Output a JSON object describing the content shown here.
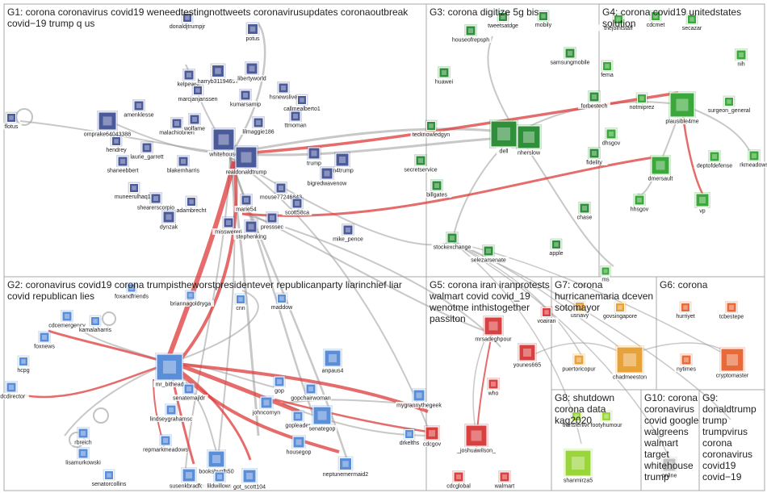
{
  "groups": [
    {
      "id": "G1",
      "title_lines": [
        "G1: corona coronavirus covid19 weneedtestingnottweets coronavirusupdates coronaoutbreak",
        "covid−19 trump q us"
      ]
    },
    {
      "id": "G3",
      "title_lines": [
        "G3: corona digitize 5g bis"
      ]
    },
    {
      "id": "G4",
      "title_lines": [
        "G4: corona covid19 unitedstates",
        "solution"
      ]
    },
    {
      "id": "G2",
      "title_lines": [
        "G2: coronavirus covid19 corona trumpistheworstpresidentever republicanparty liarinchief liar",
        "covid republican lies"
      ]
    },
    {
      "id": "G5",
      "title_lines": [
        "G5: corona iran iranprotests",
        "walmart covid covid_19",
        "wenotme inthistogether",
        "passiton"
      ]
    },
    {
      "id": "G7",
      "title_lines": [
        "G7: corona",
        "hurricanemaria dceven",
        "sotomayor"
      ]
    },
    {
      "id": "G6",
      "title_lines": [
        "G6: corona"
      ]
    },
    {
      "id": "G8",
      "title_lines": [
        "G8: shutdown",
        "corona data",
        "kag2020"
      ]
    },
    {
      "id": "G10",
      "title_lines": [
        "G10: corona",
        "coronavirus",
        "covid google",
        "walgreens",
        "walmart",
        "target",
        "whitehouse",
        "trump"
      ]
    },
    {
      "id": "G9",
      "title_lines": [
        "G9:",
        "donaldtrump",
        "trump",
        "trumpvirus",
        "corona",
        "coronavirus",
        "covid19",
        "covid−19"
      ]
    }
  ],
  "nodes": [
    {
      "id": "donaldjtrumpjr",
      "label": "donaldjtrumpjr",
      "color": "#4a5a9a"
    },
    {
      "id": "potus",
      "label": "potus",
      "color": "#4a5a9a"
    },
    {
      "id": "kelpewsc",
      "label": "kelpewsc",
      "color": "#4a5a9a"
    },
    {
      "id": "harryb31194697",
      "label": "harryb31194697",
      "color": "#4a5a9a"
    },
    {
      "id": "thelibertyworld",
      "label": "libertyworld",
      "color": "#4a5a9a"
    },
    {
      "id": "marcjanjanssen",
      "label": "marcjanjanssen",
      "color": "#4a5a9a"
    },
    {
      "id": "hsnewslive",
      "label": "hsnewslive",
      "color": "#4a5a9a"
    },
    {
      "id": "kumarsamip",
      "label": "kumarsamip",
      "color": "#4a5a9a"
    },
    {
      "id": "callmeolberto1",
      "label": "callmealberto1",
      "color": "#4a5a9a"
    },
    {
      "id": "flotus",
      "label": "flotus",
      "color": "#4a5a9a"
    },
    {
      "id": "amenklesse",
      "label": "amenklesse",
      "color": "#4a5a9a"
    },
    {
      "id": "omprake",
      "label": "omprake64043388",
      "color": "#4a5a9a"
    },
    {
      "id": "malachiobrien",
      "label": "malachiobrien",
      "color": "#4a5a9a"
    },
    {
      "id": "wolfame",
      "label": "wolfame",
      "color": "#4a5a9a"
    },
    {
      "id": "lilmaggie186",
      "label": "lilmaggie186",
      "color": "#4a5a9a"
    },
    {
      "id": "ttmoman",
      "label": "ttmoman",
      "color": "#4a5a9a"
    },
    {
      "id": "hendrey",
      "label": "hendrey",
      "color": "#4a5a9a"
    },
    {
      "id": "laurie_garrett",
      "label": "laurie_garrett",
      "color": "#4a5a9a"
    },
    {
      "id": "whitehouse",
      "label": "whitehouse",
      "color": "#4a5a9a"
    },
    {
      "id": "trump",
      "label": "trump",
      "color": "#4a5a9a"
    },
    {
      "id": "shaneebbert",
      "label": "shaneebbert",
      "color": "#4a5a9a"
    },
    {
      "id": "blakemharris",
      "label": "blakemharris",
      "color": "#4a5a9a"
    },
    {
      "id": "realdonaldtrump",
      "label": "realdonaldtrump",
      "color": "#4a5a9a"
    },
    {
      "id": "m4trump",
      "label": "m4trump",
      "color": "#4a5a9a"
    },
    {
      "id": "muneerulhaq11",
      "label": "muneerulhaq11",
      "color": "#4a5a9a"
    },
    {
      "id": "bigredwavenow",
      "label": "bigredwavenow",
      "color": "#4a5a9a"
    },
    {
      "id": "shearerscorpio",
      "label": "shearerscorpio",
      "color": "#4a5a9a"
    },
    {
      "id": "adambrecht",
      "label": "adambrecht",
      "color": "#4a5a9a"
    },
    {
      "id": "mouse77246843",
      "label": "mouse77246843",
      "color": "#4a5a9a"
    },
    {
      "id": "marie54",
      "label": "marie54",
      "color": "#4a5a9a"
    },
    {
      "id": "scott58ca",
      "label": "scott58ca",
      "color": "#4a5a9a"
    },
    {
      "id": "dynzak",
      "label": "dynzak",
      "color": "#4a5a9a"
    },
    {
      "id": "presssec",
      "label": "presssec",
      "color": "#4a5a9a"
    },
    {
      "id": "misswereri",
      "label": "misswereri",
      "color": "#4a5a9a"
    },
    {
      "id": "stephenking",
      "label": "stephenking",
      "color": "#4a5a9a"
    },
    {
      "id": "mike_pence",
      "label": "mike_pence",
      "color": "#4a5a9a"
    },
    {
      "id": "houseofrepsph",
      "label": "houseofrepsph",
      "color": "#2f8f3a"
    },
    {
      "id": "tweetsatdge",
      "label": "tweetsatdge",
      "color": "#2f8f3a"
    },
    {
      "id": "mobily",
      "label": "mobily",
      "color": "#2f8f3a"
    },
    {
      "id": "huawei",
      "label": "huawei",
      "color": "#2f8f3a"
    },
    {
      "id": "samsungmobile",
      "label": "samsungmobile",
      "color": "#2f8f3a"
    },
    {
      "id": "forbestech",
      "label": "forbestech",
      "color": "#2f8f3a"
    },
    {
      "id": "tecknowledgyn",
      "label": "tecknowledgyn",
      "color": "#2f8f3a"
    },
    {
      "id": "dell",
      "label": "dell",
      "color": "#2f8f3a"
    },
    {
      "id": "nherslow",
      "label": "nherslow",
      "color": "#2f8f3a"
    },
    {
      "id": "fidelity",
      "label": "fidelity",
      "color": "#2f8f3a"
    },
    {
      "id": "secretservice",
      "label": "secretservice",
      "color": "#2f8f3a"
    },
    {
      "id": "billgates",
      "label": "billgates",
      "color": "#2f8f3a"
    },
    {
      "id": "chase",
      "label": "chase",
      "color": "#2f8f3a"
    },
    {
      "id": "stockexchange",
      "label": "stockexchange",
      "color": "#2f8f3a"
    },
    {
      "id": "apple",
      "label": "apple",
      "color": "#2f8f3a"
    },
    {
      "id": "selezarsenate",
      "label": "selezarsenate",
      "color": "#2f8f3a"
    },
    {
      "id": "thejointstaff",
      "label": "thejointstaff",
      "color": "#3aa83a"
    },
    {
      "id": "cdcmet",
      "label": "cdcmet",
      "color": "#3aa83a"
    },
    {
      "id": "secazar",
      "label": "secazar",
      "color": "#3aa83a"
    },
    {
      "id": "nih",
      "label": "nih",
      "color": "#3aa83a"
    },
    {
      "id": "fema",
      "label": "fema",
      "color": "#3aa83a"
    },
    {
      "id": "notmiprez",
      "label": "notmiprez",
      "color": "#3aa83a"
    },
    {
      "id": "plausible4me",
      "label": "plausible4me",
      "color": "#3aa83a"
    },
    {
      "id": "surgeon_general",
      "label": "surgeon_general",
      "color": "#3aa83a"
    },
    {
      "id": "dhsgov",
      "label": "dhsgov",
      "color": "#3aa83a"
    },
    {
      "id": "deptofdefense",
      "label": "deptofdefense",
      "color": "#3aa83a"
    },
    {
      "id": "markmeadows",
      "label": "rkmeadows",
      "color": "#3aa83a"
    },
    {
      "id": "dmersault",
      "label": "dmersault",
      "color": "#3aa83a"
    },
    {
      "id": "hhsgov",
      "label": "hhsgov",
      "color": "#3aa83a"
    },
    {
      "id": "vp",
      "label": "vp",
      "color": "#3aa83a"
    },
    {
      "id": "ms",
      "label": "ms",
      "color": "#3aa83a"
    },
    {
      "id": "foxandfriends",
      "label": "foxandfriends",
      "color": "#5b8ed8"
    },
    {
      "id": "briannagoldryga",
      "label": "briannagoldryga",
      "color": "#5b8ed8"
    },
    {
      "id": "cnn",
      "label": "cnn",
      "color": "#5b8ed8"
    },
    {
      "id": "maddow",
      "label": "maddow",
      "color": "#5b8ed8"
    },
    {
      "id": "cdcemergency",
      "label": "cdcemergency",
      "color": "#5b8ed8"
    },
    {
      "id": "kamalaharris",
      "label": "kamalaharris",
      "color": "#5b8ed8"
    },
    {
      "id": "foxnews",
      "label": "foxnews",
      "color": "#5b8ed8"
    },
    {
      "id": "hcpg",
      "label": "hcpg",
      "color": "#5b8ed8"
    },
    {
      "id": "cdcdirector",
      "label": "cdcdirector",
      "color": "#5b8ed8"
    },
    {
      "id": "mr_bithead",
      "label": "mr_bithead",
      "color": "#5b8ed8"
    },
    {
      "id": "anpaus4",
      "label": "anpaus4",
      "color": "#5b8ed8"
    },
    {
      "id": "gop",
      "label": "gop",
      "color": "#5b8ed8"
    },
    {
      "id": "senatemajldr",
      "label": "senatemajldr",
      "color": "#5b8ed8"
    },
    {
      "id": "gopchairwoman",
      "label": "gopchairwoman",
      "color": "#5b8ed8"
    },
    {
      "id": "mygrannythegeek",
      "label": "mygrannythegeek",
      "color": "#5b8ed8"
    },
    {
      "id": "lindseygrahamsc",
      "label": "lindseygrahamsc",
      "color": "#5b8ed8"
    },
    {
      "id": "johncornyn",
      "label": "johncornyn",
      "color": "#5b8ed8"
    },
    {
      "id": "rbreich",
      "label": "rbreich",
      "color": "#5b8ed8"
    },
    {
      "id": "gopleader",
      "label": "gopleader",
      "color": "#5b8ed8"
    },
    {
      "id": "senategop",
      "label": "senategop",
      "color": "#5b8ed8"
    },
    {
      "id": "drkelths",
      "label": "drkelths",
      "color": "#5b8ed8"
    },
    {
      "id": "repmarkmeadows",
      "label": "repmarkmeadows",
      "color": "#5b8ed8"
    },
    {
      "id": "lisamurkowski",
      "label": "lisamurkowski",
      "color": "#5b8ed8"
    },
    {
      "id": "housegop",
      "label": "housegop",
      "color": "#5b8ed8"
    },
    {
      "id": "booksbyglh50",
      "label": "booksbyglh50",
      "color": "#5b8ed8"
    },
    {
      "id": "neptunemermaid2",
      "label": "neptunemermaid2",
      "color": "#5b8ed8"
    },
    {
      "id": "senatorcollins",
      "label": "senatorcollins",
      "color": "#5b8ed8"
    },
    {
      "id": "susenkbradford",
      "label": "susenkbradford",
      "color": "#5b8ed8"
    },
    {
      "id": "lildwillows",
      "label": "lildwillows",
      "color": "#5b8ed8"
    },
    {
      "id": "got_scott104",
      "label": "got_scott104",
      "color": "#5b8ed8"
    },
    {
      "id": "voaIran",
      "label": "voairan",
      "color": "#d94040"
    },
    {
      "id": "mrsadeghpour",
      "label": "mrsadeghpour",
      "color": "#d94040"
    },
    {
      "id": "younes665",
      "label": "younes665",
      "color": "#d94040"
    },
    {
      "id": "who",
      "label": "who",
      "color": "#d94040"
    },
    {
      "id": "cdcgov",
      "label": "cdcgov",
      "color": "#d94040"
    },
    {
      "id": "_joshuawilson_",
      "label": "_joshuawilson_",
      "color": "#d94040"
    },
    {
      "id": "cdcglobal",
      "label": "cdcglobal",
      "color": "#d94040"
    },
    {
      "id": "walmart",
      "label": "walmart",
      "color": "#d94040"
    },
    {
      "id": "usnavy",
      "label": "usnavy",
      "color": "#e8a23a"
    },
    {
      "id": "govsingapore",
      "label": "govsingapore",
      "color": "#e8a23a"
    },
    {
      "id": "puertoricopur",
      "label": "puertoricopur",
      "color": "#e8a23a"
    },
    {
      "id": "chadmeeston",
      "label": "chadmeeston",
      "color": "#e8a23a"
    },
    {
      "id": "hurriyet",
      "label": "hurriyet",
      "color": "#e86a3a"
    },
    {
      "id": "tcbestepe",
      "label": "tcbestepe",
      "color": "#e86a3a"
    },
    {
      "id": "nytimes",
      "label": "nytimes",
      "color": "#e86a3a"
    },
    {
      "id": "cryptomaster",
      "label": "cryptomaster",
      "color": "#e86a3a"
    },
    {
      "id": "transferlive",
      "label": "transferlive",
      "color": "#9ad53a"
    },
    {
      "id": "footyhumour",
      "label": "footyhumour",
      "color": "#9ad53a"
    },
    {
      "id": "shanmirza5",
      "label": "shanmirza5",
      "color": "#9ad53a"
    },
    {
      "id": "g10node",
      "label": "online",
      "color": "#c0c0c0"
    }
  ]
}
